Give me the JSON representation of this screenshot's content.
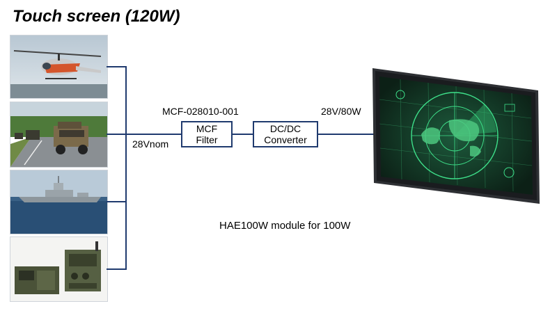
{
  "title": "Touch screen (120W)",
  "applications": [
    {
      "icon": "helicopter-photo"
    },
    {
      "icon": "military-vehicle-photo"
    },
    {
      "icon": "naval-ship-photo"
    },
    {
      "icon": "radio-equipment-photo"
    }
  ],
  "bus_voltage_label": "28Vnom",
  "filter": {
    "part_number": "MCF-028010-001",
    "line1": "MCF",
    "line2": "Filter"
  },
  "converter": {
    "line1": "DC/DC",
    "line2": "Converter"
  },
  "output_label": "28V/80W",
  "display": {
    "icon": "radar-display-monitor"
  },
  "note": "HAE100W module for 100W",
  "colors": {
    "wire": "#1f3a6e",
    "radar": "#1fa35a"
  }
}
